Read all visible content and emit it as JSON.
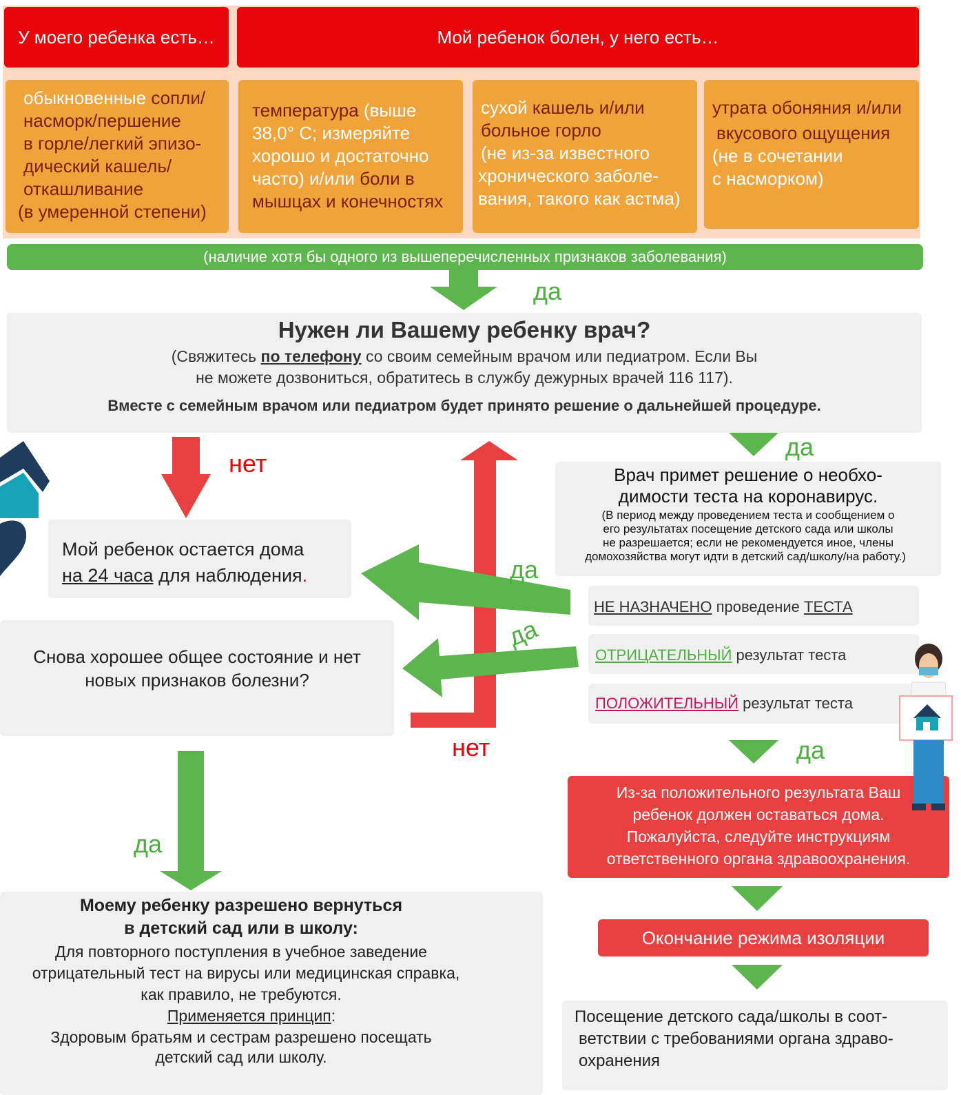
{
  "header": {
    "left": "У моего ребенка есть…",
    "right": "Мой ребенок болен, у него есть…"
  },
  "symptoms": {
    "s1": {
      "a": "обыкновенные ",
      "b": "сопли/",
      "c": "насморк/першение",
      "d": "в горле/легкий эпизо-",
      "e": "дический кашель/",
      "f": "откашливание",
      "g": "(в умеренной степени)"
    },
    "s2": {
      "a": "температура",
      "b": " (выше",
      "c": "38,0° С; измеряйте",
      "d": "хорошо и достаточно",
      "e": "часто) и/или ",
      "f": "боли в",
      "g": "мышцах и конечностях"
    },
    "s3": {
      "a": "сухой ",
      "b": "кашель и/или",
      "c": "больное горло",
      "d": "(не из-за известного",
      "e": "хронического заболе-",
      "f": "вания, такого как астма)"
    },
    "s4": {
      "a": "утрата обоняния и/или",
      "b": "вкусового ощущения",
      "c": "(не в сочетании",
      "d": "с насморком)"
    }
  },
  "condition_bar": "(наличие хотя бы одного из вышеперечисленных признаков заболевания)",
  "labels": {
    "yes": "да",
    "no": "нет"
  },
  "doctor_question": {
    "title": "Нужен ли Вашему ребенку врач?",
    "line1_a": "(Свяжитесь ",
    "line1_b": "по телефону",
    "line1_c": " со своим семейным врачом или педиатром. Если Вы",
    "line2": "не можете дозвониться, обратитесь в службу дежурных врачей 116 117).",
    "decision": "Вместе с семейным врачом или педиатром будет принято решение о дальнейшей процедуре."
  },
  "doctor_decides": {
    "line1": "Врач примет решение о необхо-",
    "line2": "димости теста на коронавирус.",
    "note1": "(В период между проведением теста и сообщением о",
    "note2": "его результатах посещение детского сада или школы",
    "note3": "не разрешается; если не рекомендуется иное, члены",
    "note4": "домохозяйства могут идти в детский сад/школу/на работу.)"
  },
  "test_options": {
    "none_a": "НЕ НАЗНАЧЕНО",
    "none_b": " проведение ",
    "none_c": "ТЕСТА",
    "neg_a": "ОТРИЦАТЕЛЬНЫЙ",
    "neg_b": " результат теста",
    "pos_a": "ПОЛОЖИТЕЛЬНЫЙ",
    "pos_b": " результат теста"
  },
  "stay_home": {
    "line1": "Мой ребенок остается дома",
    "line2_a": "на 24 часа",
    "line2_b": " для наблюдения",
    "line2_c": "."
  },
  "healthy_again": {
    "line1": "Снова хорошее общее состояние и нет",
    "line2": "новых признаков болезни?"
  },
  "positive_result": {
    "line1": "Из-за положительного результата Ваш",
    "line2": "ребенок должен оставаться дома.",
    "line3": "Пожалуйста, следуйте инструкциям",
    "line4": "ответственного органа здравоохранения."
  },
  "end_isolation": "Окончание режима изоляции",
  "attend_after": {
    "line1": "Посещение детского сада/школы в соот-",
    "line2": "ветствии с требованиями органа здраво-",
    "line3": "охранения"
  },
  "return_allowed": {
    "title1": "Моему ребенку разрешено вернуться",
    "title2": "в детский сад или в школу:",
    "line1": "Для повторного поступления в учебное заведение",
    "line2": "отрицательный тест на вирусы или медицинская справка,",
    "line3": "как правило, не требуются.",
    "principle": "Применяется принцип",
    "principle_colon": ":",
    "line4": "Здоровым братьям и сестрам разрешено посещать",
    "line5": "детский сад или школу."
  },
  "colors": {
    "red": "#e8050c",
    "orange": "#f0a33a",
    "green": "#5cb54d",
    "grey": "#f0f0f0",
    "box_red": "#e84040",
    "negative": "#4caf3f",
    "positive": "#c2185b"
  }
}
